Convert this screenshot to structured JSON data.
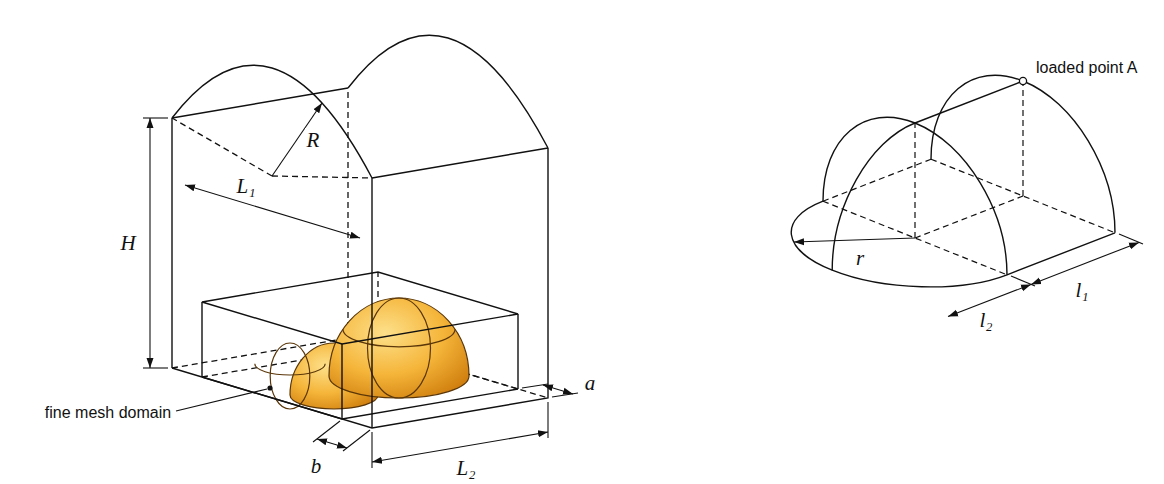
{
  "diagram": {
    "labels": [
      "R",
      "L₁",
      "H",
      "fine mesh domain",
      "b",
      "L₂",
      "a",
      "loaded point A",
      "l₁",
      "r",
      "l₂"
    ]
  }
}
